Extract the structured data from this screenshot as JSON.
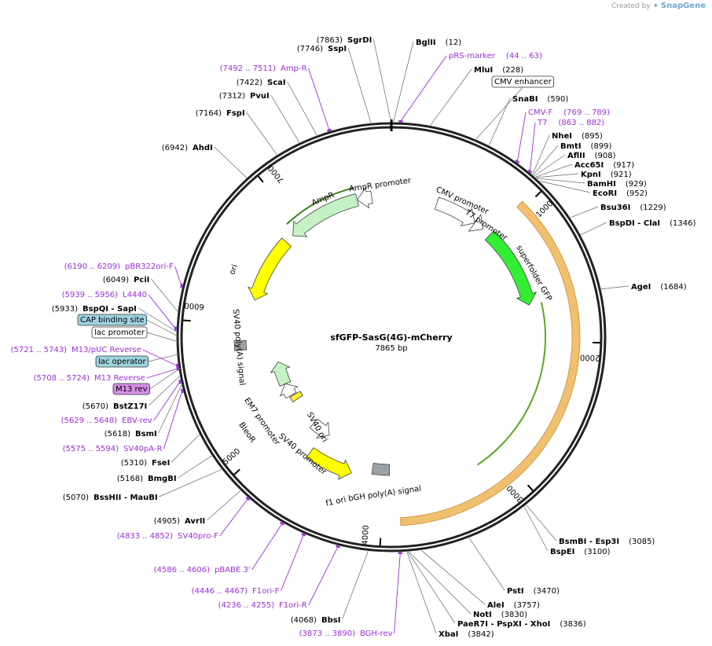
{
  "watermark": {
    "prefix": "Created by",
    "brand": "SnapGene"
  },
  "plasmid": {
    "name": "sfGFP-SasG(4G)-mCherry",
    "length_label": "7865 bp",
    "length": 7865
  },
  "ticks": [
    {
      "pos": 1000,
      "label": "1000"
    },
    {
      "pos": 2000,
      "label": "2000"
    },
    {
      "pos": 3000,
      "label": "3000"
    },
    {
      "pos": 4000,
      "label": "4000"
    },
    {
      "pos": 5000,
      "label": "5000"
    },
    {
      "pos": 6000,
      "label": "6000"
    },
    {
      "pos": 7000,
      "label": "7000"
    }
  ],
  "sites": [
    {
      "pos": 7863,
      "name": "SgrDI",
      "num": "(7863)"
    },
    {
      "pos": 12,
      "name": "BglII",
      "num": "(12)"
    },
    {
      "pos": 7746,
      "name": "SspI",
      "num": "(7746)"
    },
    {
      "pos": 228,
      "name": "MluI",
      "num": "(228)"
    },
    {
      "pos": 7422,
      "name": "ScaI",
      "num": "(7422)"
    },
    {
      "pos": 7312,
      "name": "PvuI",
      "num": "(7312)"
    },
    {
      "pos": 7164,
      "name": "FspI",
      "num": "(7164)"
    },
    {
      "pos": 590,
      "name": "SnaBI",
      "num": "(590)"
    },
    {
      "pos": 6942,
      "name": "AhdI",
      "num": "(6942)"
    },
    {
      "pos": 895,
      "name": "NheI",
      "num": "(895)"
    },
    {
      "pos": 899,
      "name": "BmtI",
      "num": "(899)"
    },
    {
      "pos": 908,
      "name": "AflII",
      "num": "(908)"
    },
    {
      "pos": 917,
      "name": "Acc65I",
      "num": "(917)"
    },
    {
      "pos": 921,
      "name": "KpnI",
      "num": "(921)"
    },
    {
      "pos": 929,
      "name": "BamHI",
      "num": "(929)"
    },
    {
      "pos": 952,
      "name": "EcoRI",
      "num": "(952)"
    },
    {
      "pos": 1229,
      "name": "Bsu36I",
      "num": "(1229)"
    },
    {
      "pos": 1346,
      "name": "BspDI  - ClaI",
      "num": "(1346)"
    },
    {
      "pos": 1684,
      "name": "AgeI",
      "num": "(1684)"
    },
    {
      "pos": 6049,
      "name": "PciI",
      "num": "(6049)"
    },
    {
      "pos": 5933,
      "name": "BspQI  - SapI",
      "num": "(5933)"
    },
    {
      "pos": 5670,
      "name": "BstZ17I",
      "num": "(5670)"
    },
    {
      "pos": 5618,
      "name": "BsmI",
      "num": "(5618)"
    },
    {
      "pos": 5310,
      "name": "FseI",
      "num": "(5310)"
    },
    {
      "pos": 5168,
      "name": "BmgBI",
      "num": "(5168)"
    },
    {
      "pos": 5070,
      "name": "BssHII  - MauBI",
      "num": "(5070)"
    },
    {
      "pos": 4905,
      "name": "AvrII",
      "num": "(4905)"
    },
    {
      "pos": 3085,
      "name": "BsmBI  - Esp3I",
      "num": "(3085)"
    },
    {
      "pos": 3100,
      "name": "BspEI",
      "num": "(3100)"
    },
    {
      "pos": 3470,
      "name": "PstI",
      "num": "(3470)"
    },
    {
      "pos": 3757,
      "name": "AleI",
      "num": "(3757)"
    },
    {
      "pos": 3830,
      "name": "NotI",
      "num": "(3830)"
    },
    {
      "pos": 3836,
      "name": "PaeR7I  - PspXI  - XhoI",
      "num": "(3836)"
    },
    {
      "pos": 3842,
      "name": "XbaI",
      "num": "(3842)"
    },
    {
      "pos": 4068,
      "name": "BbsI",
      "num": "(4068)"
    }
  ],
  "primers": [
    {
      "pos": 7500,
      "name": "Amp-R",
      "range": "(7492 .. 7511)"
    },
    {
      "pos": 54,
      "name": "pRS-marker",
      "range": "(44 .. 63)"
    },
    {
      "pos": 779,
      "name": "CMV-F",
      "range": "(769 .. 789)"
    },
    {
      "pos": 872,
      "name": "T7",
      "range": "(863 .. 882)"
    },
    {
      "pos": 6200,
      "name": "pBR322ori-F",
      "range": "(6190 .. 6209)"
    },
    {
      "pos": 5948,
      "name": "L4440",
      "range": "(5939 .. 5956)"
    },
    {
      "pos": 5732,
      "name": "M13/pUC Reverse",
      "range": "(5721 .. 5743)"
    },
    {
      "pos": 5716,
      "name": "M13 Reverse",
      "range": "(5708 .. 5724)"
    },
    {
      "pos": 5638,
      "name": "EBV-rev",
      "range": "(5629 .. 5648)"
    },
    {
      "pos": 5584,
      "name": "SV40pA-R",
      "range": "(5575 .. 5594)"
    },
    {
      "pos": 4842,
      "name": "SV40pro-F",
      "range": "(4833 .. 4852)"
    },
    {
      "pos": 4596,
      "name": "pBABE 3'",
      "range": "(4586 .. 4606)"
    },
    {
      "pos": 4456,
      "name": "F1ori-F",
      "range": "(4446 .. 4467)"
    },
    {
      "pos": 4245,
      "name": "F1ori-R",
      "range": "(4236 .. 4255)"
    },
    {
      "pos": 3881,
      "name": "BGH-rev",
      "range": "(3873 .. 3890)"
    }
  ],
  "box_labels": [
    {
      "pos": 500,
      "name": "CMV enhancer",
      "fill": "#ffffff"
    },
    {
      "pos": 5900,
      "name": "CAP binding site",
      "fill": "#9fd3e0"
    },
    {
      "pos": 5870,
      "name": "lac promoter",
      "fill": "#ffffff"
    },
    {
      "pos": 5800,
      "name": "lac operator",
      "fill": "#9fd3e0"
    },
    {
      "pos": 5720,
      "name": "M13 rev",
      "fill": "#d58fe6"
    }
  ],
  "features": [
    {
      "name": "AmpR",
      "color": "#c5f2c5",
      "orientation": "reverse"
    },
    {
      "name": "AmpR promoter",
      "color": "#ffffff",
      "orientation": "reverse"
    },
    {
      "name": "CMV promoter",
      "color": "#ffffff",
      "orientation": "forward"
    },
    {
      "name": "T7 promoter",
      "color": "#ffffff",
      "orientation": "forward"
    },
    {
      "name": "superfolder GFP",
      "color": "#33ee33",
      "orientation": "forward"
    },
    {
      "name": "ori",
      "color": "#ffff00",
      "orientation": "reverse"
    },
    {
      "name": "SV40 poly(A) signal",
      "color": "#9aa2a8",
      "orientation": "none"
    },
    {
      "name": "EM7 promoter",
      "color": "#ffffff",
      "orientation": "forward"
    },
    {
      "name": "BleoR",
      "color": "#c5f2c5",
      "orientation": "forward"
    },
    {
      "name": "SV40 ori",
      "color": "#ffee33",
      "orientation": "none"
    },
    {
      "name": "SV40 promoter",
      "color": "#ffffff",
      "orientation": "reverse"
    },
    {
      "name": "f1 ori",
      "color": "#ffff00",
      "orientation": "reverse"
    },
    {
      "name": "bGH poly(A) signal",
      "color": "#9aa2a8",
      "orientation": "none"
    }
  ],
  "colors": {
    "backbone": "#222222",
    "primer": "#9b30d9",
    "orf_highlight": "#f0c070",
    "orf_line": "#55aa22"
  }
}
